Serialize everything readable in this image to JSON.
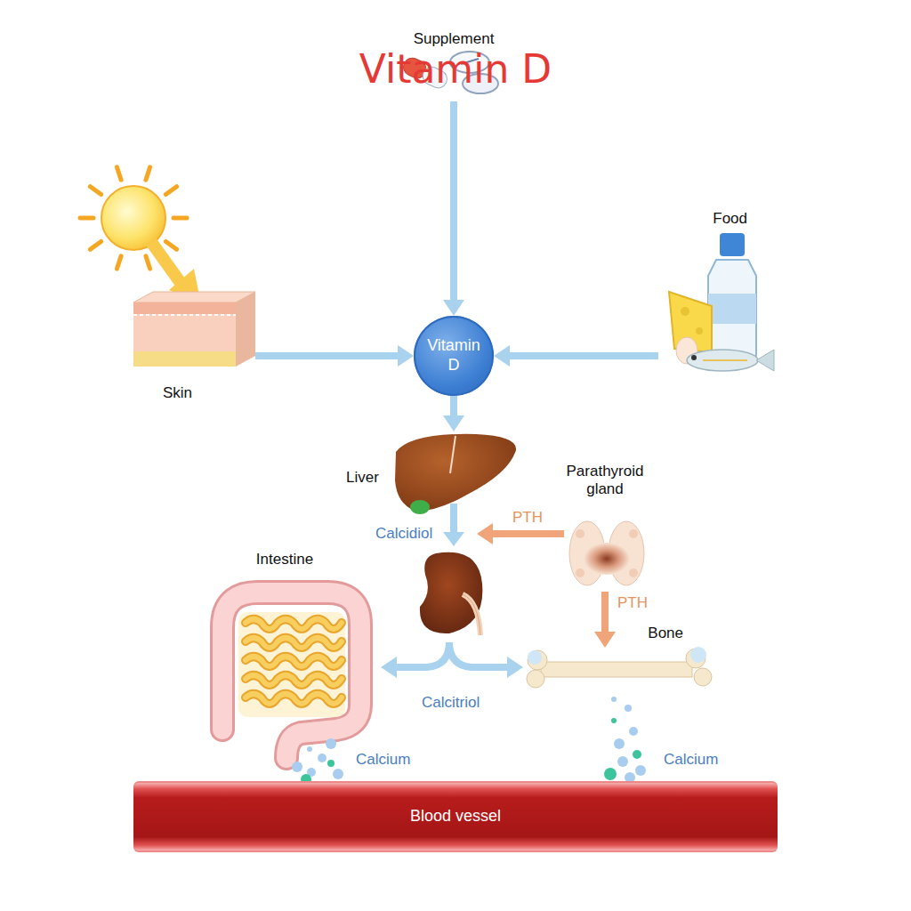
{
  "diagram": {
    "title": "Vitamin D",
    "nodes": [
      {
        "text": [
          "Skin"
        ]
      },
      {
        "text": [
          "Supplement"
        ]
      },
      {
        "text": [
          "Food"
        ]
      },
      {
        "text": [
          "Vitamin D"
        ]
      },
      {
        "text": [
          "Liver"
        ]
      },
      {
        "text": [
          "Parathyroid gland"
        ]
      },
      {
        "text": [
          "Intestine"
        ]
      },
      {
        "text": [
          "Bone"
        ]
      },
      {
        "text": [
          "Blood vessel"
        ]
      }
    ],
    "edges": [
      {
        "from": 0,
        "to": 3,
        "arrow": "to"
      },
      {
        "from": 1,
        "to": 3,
        "arrow": "to"
      },
      {
        "from": 2,
        "to": 3,
        "arrow": "to"
      },
      {
        "from": 3,
        "to": 4,
        "arrow": "to"
      },
      {
        "from": 5,
        "to": 7,
        "label": "PTH",
        "arrow": "to"
      }
    ],
    "labels": [
      "Calcidiol",
      "PTH",
      "Calcitriol",
      "Calcium",
      "Calcium"
    ]
  }
}
